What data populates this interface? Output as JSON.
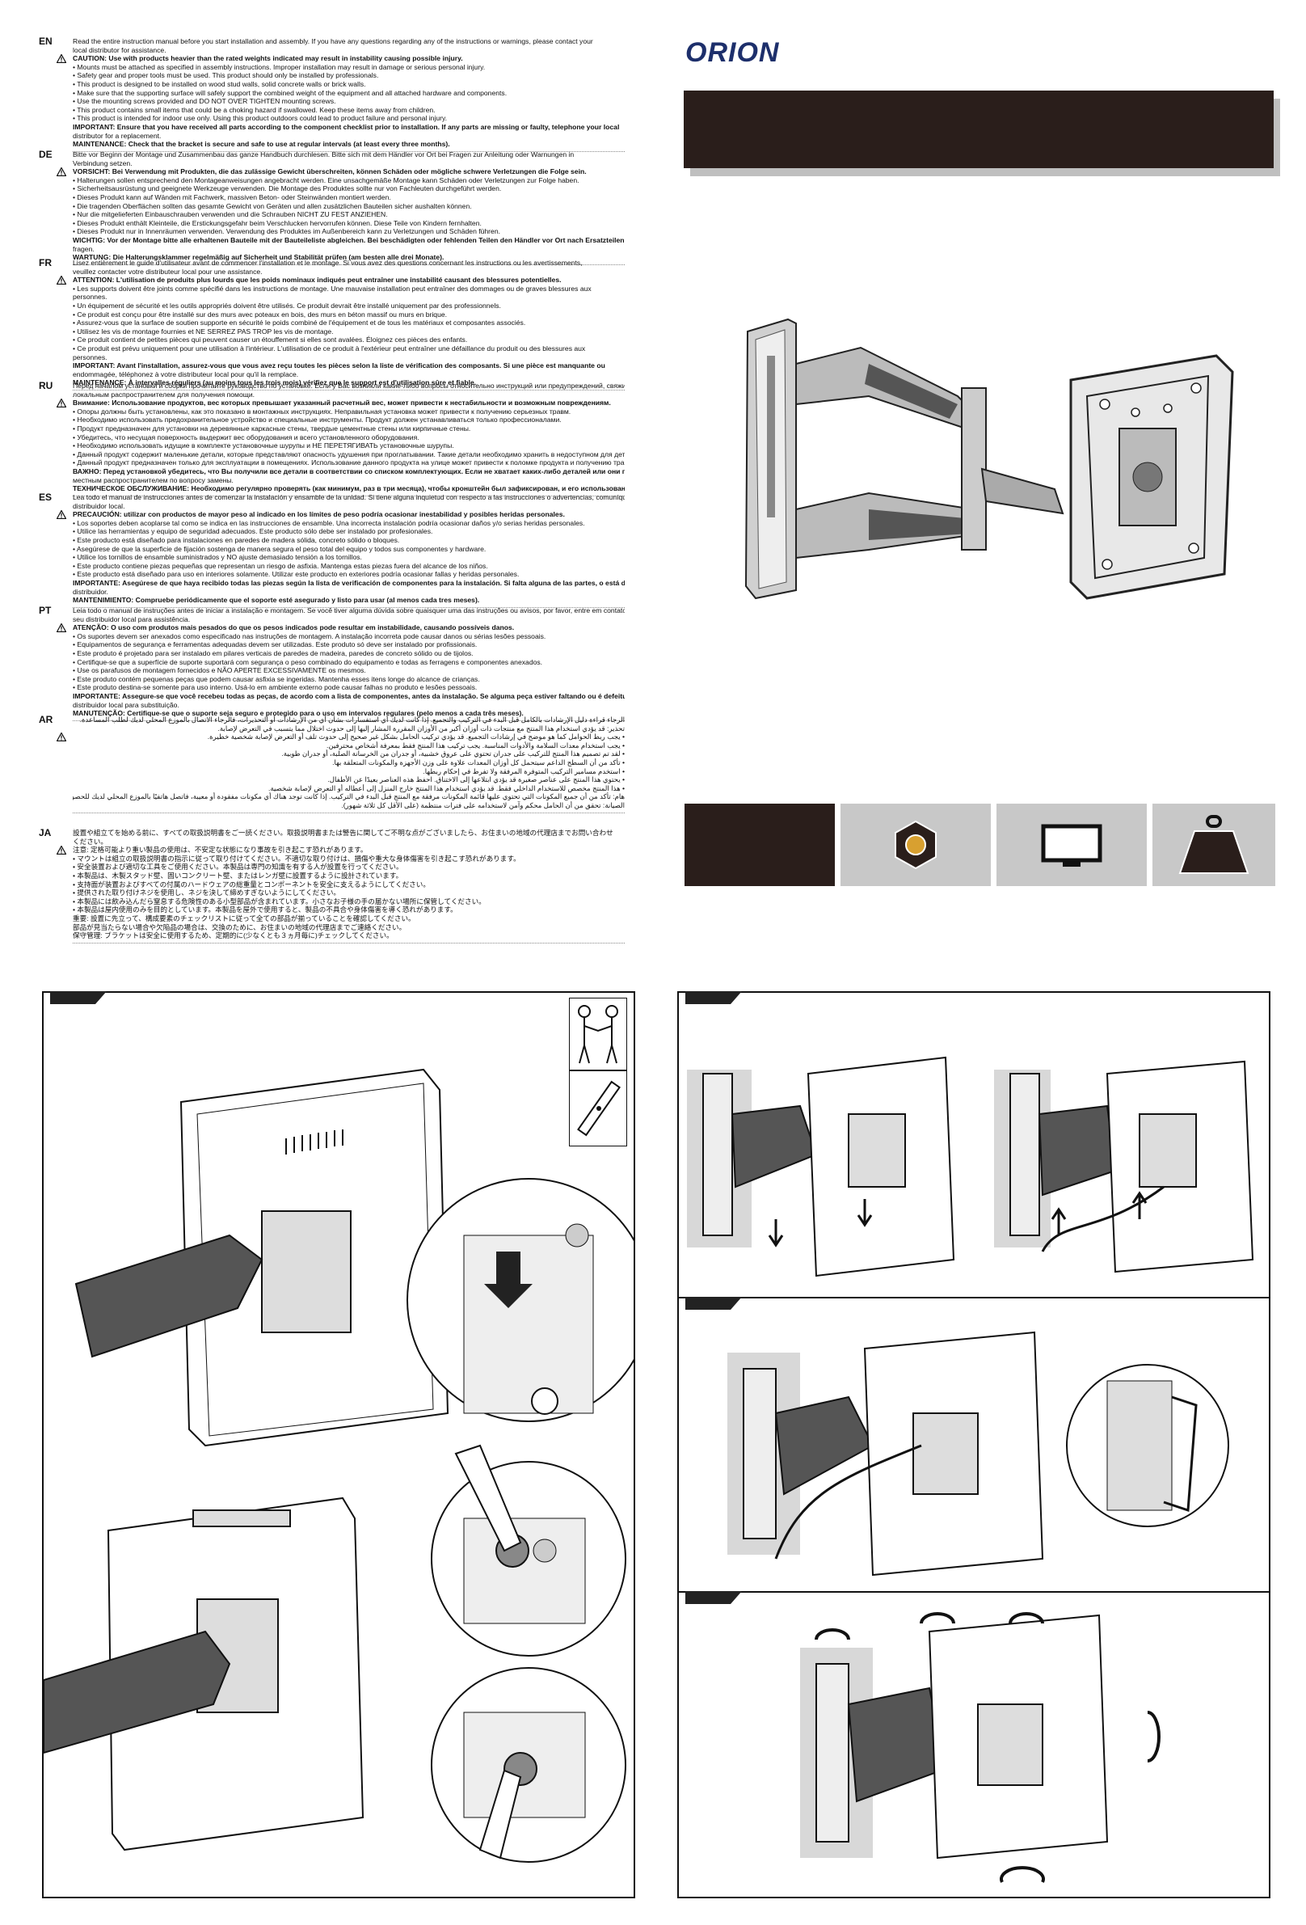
{
  "brand": {
    "logo_text": "ORION",
    "color": "#1d2f6b"
  },
  "languages": [
    {
      "code": "EN",
      "lines": [
        "Read the entire instruction manual before you start installation and assembly. If you have any questions regarding any of the instructions or warnings, please contact your",
        "local distributor for assistance.",
        "CAUTION: Use with products heavier than the rated weights indicated may result in instability causing possible injury.",
        "• Mounts must be attached as specified in assembly instructions. Improper installation may result in damage or serious personal injury.",
        "• Safety gear and proper tools must be used. This product should only be installed by professionals.",
        "• This product is designed to be installed on wood stud walls, solid concrete walls or brick walls.",
        "• Make sure that the supporting surface will safely support the combined weight of the equipment and all attached hardware and components.",
        "• Use the mounting screws provided and DO NOT OVER TIGHTEN mounting screws.",
        "• This product contains small items that could be a choking hazard if swallowed. Keep these items away from children.",
        "• This product is intended for indoor use only. Using this product outdoors could lead to product failure and personal injury.",
        "IMPORTANT: Ensure that you have received all parts according to the component checklist prior to installation. If any parts are missing or faulty, telephone your local",
        "distributor for a replacement.",
        "MAINTENANCE: Check that the bracket is secure and safe to use at regular intervals (at least every three months)."
      ]
    },
    {
      "code": "DE",
      "lines": [
        "Bitte vor Beginn der Montage und Zusammenbau das ganze Handbuch durchlesen. Bitte sich mit dem Händler vor Ort bei Fragen zur Anleitung oder Warnungen in",
        "Verbindung setzen.",
        "VORSICHT: Bei Verwendung mit Produkten, die das zulässige Gewicht überschreiten, können Schäden oder mögliche schwere Verletzungen die Folge sein.",
        "• Halterungen sollen entsprechend den Montageanweisungen angebracht werden. Eine unsachgemäße Montage kann Schäden oder Verletzungen zur Folge haben.",
        "• Sicherheitsausrüstung und geeignete Werkzeuge verwenden. Die Montage des Produktes sollte nur von Fachleuten durchgeführt werden.",
        "• Dieses Produkt kann auf Wänden mit Fachwerk, massiven Beton- oder Steinwänden montiert werden.",
        "• Die tragenden Oberflächen sollten das gesamte Gewicht von Geräten und allen zusätzlichen Bauteilen sicher aushalten können.",
        "• Nur die mitgelieferten Einbauschrauben verwenden und die Schrauben NICHT ZU FEST ANZIEHEN.",
        "• Dieses Produkt enthält Kleinteile, die Erstickungsgefahr beim Verschlucken hervorrufen können. Diese Teile von Kindern fernhalten.",
        "• Dieses Produkt nur in Innenräumen verwenden. Verwendung des Produktes im Außenbereich kann zu Verletzungen und Schäden führen.",
        "WICHTIG: Vor der Montage bitte alle erhaltenen Bauteile mit der Bauteileliste abgleichen. Bei beschädigten oder fehlenden Teilen den Händler vor Ort nach Ersatzteilen",
        "fragen.",
        "WARTUNG: Die Halterungsklammer regelmäßig auf Sicherheit und Stabilität prüfen (am besten alle drei Monate)."
      ]
    },
    {
      "code": "FR",
      "lines": [
        "Lisez entièrement le guide d'utilisateur avant de commencer l'installation et le montage. Si vous avez des questions concernant les instructions ou les avertissements,",
        "veuillez contacter votre distributeur local pour une assistance.",
        "ATTENTION: L'utilisation de produits plus lourds que les poids nominaux indiqués peut entraîner une instabilité causant des blessures potentielles.",
        "• Les supports doivent être joints comme spécifié dans les instructions de montage. Une mauvaise installation peut entraîner des dommages ou de graves blessures aux",
        "  personnes.",
        "• Un équipement de sécurité et les outils appropriés doivent être utilisés. Ce produit devrait être installé uniquement par des professionnels.",
        "• Ce produit est conçu pour être installé sur des murs avec poteaux en bois, des murs en béton massif ou murs en brique.",
        "• Assurez-vous que la surface de soutien supporte en sécurité le poids combiné de l'équipement et de tous les matériaux et composantes associés.",
        "• Utilisez les vis de montage fournies et NE SERREZ PAS TROP les vis de montage.",
        "• Ce produit contient de petites pièces qui peuvent causer un étouffement si elles sont avalées. Éloignez ces pièces des enfants.",
        "• Ce produit est prévu uniquement pour une utilisation à l'intérieur. L'utilisation de ce produit à l'extérieur peut entraîner une défaillance du produit ou des blessures aux",
        "  personnes.",
        "IMPORTANT: Avant l'installation, assurez-vous que vous avez reçu toutes les pièces selon la liste de vérification des composants. Si une pièce est manquante ou",
        "endommagée, téléphonez à votre distributeur local pour qu'il la remplace.",
        "MAINTENANCE: À intervalles réguliers (au moins tous les trois mois) vérifiez que le support est d'utilisation sûre et fiable."
      ]
    },
    {
      "code": "RU",
      "lines": [
        "Перед началом установки и сборки прочитайте руководство по установке. Если у Вас возникли какие-либо вопросы относительно инструкций или предупреждений, свяжитесь с Вашим",
        "локальным распространителем для получения помощи.",
        "Внимание: Использование продуктов, вес которых превышает указанный расчетный вес, может привести к нестабильности и возможным повреждениям.",
        "• Опоры должны быть установлены, как это показано в монтажных инструкциях. Неправильная установка может привести к получению серьезных травм.",
        "• Необходимо использовать предохранительное устройство и специальные инструменты. Продукт должен устанавливаться только профессионалами.",
        "• Продукт предназначен для установки на деревянные каркасные стены, твердые цементные стены или кирпичные стены.",
        "• Убедитесь, что несущая поверхность выдержит вес оборудования и всего установленного оборудования.",
        "• Необходимо использовать идущие в комплекте установочные шурупы и НЕ ПЕРЕТЯГИВАТЬ установочные шурупы.",
        "• Данный продукт содержит маленькие детали, которые представляют опасность удушения при проглатывании. Такие детали необходимо хранить в недоступном для детей месте.",
        "• Данный продукт предназначен только для эксплуатации в помещениях. Использование данного продукта на улице может привести к поломке продукта и получению травм.",
        "ВАЖНО: Перед установкой убедитесь, что Вы получили все детали в соответствии со списком комплектующих. Если не хватает каких-либо деталей или они поломаны, свяжитесь с Вашим",
        "местным распространителем по вопросу замены.",
        "ТЕХНИЧЕСКОЕ ОБСЛУЖИВАНИЕ: Необходимо регулярно проверять (как минимум, раз в три месяца), чтобы кронштейн был зафиксирован, и его использование было безопасным."
      ]
    },
    {
      "code": "ES",
      "lines": [
        "Lea todo el manual de instrucciones antes de comenzar la instalación y ensamble de la unidad. Si tiene alguna inquietud con respecto a las instrucciones o advertencias, comuníquese con su",
        "distribuidor local.",
        "PRECAUCIÓN: utilizar con productos de mayor peso al indicado en los límites de peso podría ocasionar inestabilidad y posibles heridas personales.",
        "• Los soportes deben acoplarse tal como se indica en las instrucciones de ensamble. Una incorrecta instalación podría ocasionar daños y/o serias heridas personales.",
        "• Utilice las herramientas y equipo de seguridad adecuados. Este producto sólo debe ser instalado por profesionales.",
        "• Este producto está diseñado para instalaciones en paredes de madera sólida, concreto sólido o bloques.",
        "• Asegúrese de que la superficie de fijación sostenga de manera segura el peso total del equipo y todos sus componentes y hardware.",
        "• Utilice los tornillos de ensamble suministrados y NO ajuste demasiado tensión a los tornillos.",
        "• Este producto contiene piezas pequeñas que representan un riesgo de asfixia. Mantenga estas piezas fuera del alcance de los niños.",
        "• Este producto está diseñado para uso en interiores solamente. Utilizar este producto en exteriores podría ocasionar fallas y heridas personales.",
        "IMPORTANTE: Asegúrese de que haya recibido todas las piezas según la lista de verificación de componentes para la instalación. Si falta alguna de las partes, o está dañada, comuníquese con su",
        "distribuidor.",
        "MANTENIMIENTO: Compruebe periódicamente que el soporte esté asegurado y listo para usar (al menos cada tres meses)."
      ]
    },
    {
      "code": "PT",
      "lines": [
        "Leia todo o manual de instruções antes de iniciar a instalação e montagem. Se você tiver alguma dúvida sobre quaisquer uma das instruções ou avisos, por favor, entre em contato com o",
        "seu distribuidor local para assistência.",
        "ATENÇÃO: O uso com produtos mais pesados do que os pesos indicados pode resultar em instabilidade, causando possíveis danos.",
        "• Os suportes devem ser anexados como especificado nas instruções de montagem. A instalação incorreta pode causar danos ou sérias lesões pessoais.",
        "• Equipamentos de segurança e ferramentas adequadas devem ser utilizadas. Este produto só deve ser instalado por profissionais.",
        "• Este produto é projetado para ser instalado em pilares verticais de paredes de madeira, paredes de concreto sólido ou de tijolos.",
        "• Certifique-se que a superfície de suporte suportará com segurança o peso combinado do equipamento e todas as ferragens e componentes anexados.",
        "• Use os parafusos de montagem fornecidos e NÃO APERTE EXCESSIVAMENTE os mesmos.",
        "• Este produto contém pequenas peças que podem causar asfixia se ingeridas. Mantenha esses itens longe do alcance de crianças.",
        "• Este produto destina-se somente para uso interno. Usá-lo em ambiente externo pode causar falhas no produto e lesões pessoais.",
        "IMPORTANTE: Assegure-se que você recebeu todas as peças, de acordo com a lista de componentes, antes da instalação. Se alguma peça estiver faltando ou é defeituosa, contate o seu",
        "distribuidor local para substituição.",
        "MANUTENÇÃO: Certifique-se que o suporte seja seguro e protegido para o uso em intervalos regulares (pelo menos a cada três meses)."
      ]
    },
    {
      "code": "AR",
      "lines": [
        "الرجاء قراءة دليل الإرشادات بالكامل قبل البدء في التركيب والتجميع. إذا كانت لديك أي استفسارات بشأن أي من الإرشادات أو التحذيرات، فالرجاء الاتصال بالموزع المحلي لديك لطلب المساعدة.",
        "تحذير: قد يؤدي استخدام هذا المنتج مع منتجات ذات أوزان أكبر من الأوزان المقررة المشار إليها إلى حدوث اختلال مما يتسبب في التعرض لإصابة.",
        "• يجب ربط الحوامل كما هو موضح في إرشادات التجميع. قد يؤدي تركيب الحامل بشكل غير صحيح إلى حدوث تلف أو التعرض لإصابة شخصية خطيرة.",
        "• يجب استخدام معدات السلامة والأدوات المناسبة. يجب تركيب هذا المنتج فقط بمعرفة أشخاص محترفين.",
        "• لقد تم تصميم هذا المنتج للتركيب على جدران تحتوي على عروق خشبية، أو جدران من الخرسانة الصلبة، أو جدران طوبية.",
        "• تأكد من أن السطح الداعم سيتحمل كل أوزان المعدات علاوة على وزن الأجهزة والمكونات المتعلقة بها.",
        "• استخدم مسامير التركيب المتوفرة المرفقة ولا تفرط في إحكام ربطها.",
        "• يحتوي هذا المنتج على عناصر صغيرة قد يؤدي ابتلاعها إلى الاختناق. احفظ هذه العناصر بعيدًا عن الأطفال.",
        "• هذا المنتج مخصص للاستخدام الداخلي فقط. قد يؤدي استخدام هذا المنتج خارج المنزل إلى أعطاله أو التعرض لإصابة شخصية.",
        "هام: تأكد من أن جميع المكونات التي تحتوي عليها قائمة المكونات مرفقة مع المنتج قبل البدء في التركيب. إذا كانت توجد هناك أي مكونات مفقودة أو معيبة، فاتصل هاتفيًا بالموزع المحلي لديك للحصول على بديل لها.",
        "الصيانة: تحقق من أن الحامل محكم وآمن لاستخدامه على فترات منتظمة (على الأقل كل ثلاثة شهور)."
      ]
    },
    {
      "code": "JA",
      "lines": [
        "設置や組立てを始める前に、すべての取扱説明書をご一読ください。取扱説明書または警告に関してご不明な点がございましたら、お住まいの地域の代理店までお問い合わせ",
        "ください。",
        "注意: 定格可能より重い製品の使用は、不安定な状態になり事故を引き起こす恐れがあります。",
        "• マウントは組立の取扱説明書の指示に従って取り付けてください。不適切な取り付けは、損傷や重大な身体傷害を引き起こす恐れがあります。",
        "• 安全装置および適切な工具をご使用ください。本製品は専門の知識を有する人が設置を行ってください。",
        "• 本製品は、木製スタッド壁、固いコンクリート壁、またはレンガ壁に設置するように設計されています。",
        "• 支持面が装置およびすべての付属のハードウェアの総重量とコンポーネントを安全に支えるようにしてください。",
        "• 提供された取り付けネジを使用し、ネジを決して締めすぎないようにしてください。",
        "• 本製品には飲み込んだら窒息する危険性のある小型部品が含まれています。小さなお子様の手の届かない場所に保管してください。",
        "• 本製品は屋内使用のみを目的としています。本製品を屋外で使用すると、製品の不具合や身体傷害を導く恐れがあります。",
        "重要: 設置に先立って、構成要素のチェックリストに従って全ての部品が揃っていることを確認してください。",
        "部品が見当たらない場合や欠陥品の場合は、交換のために、お住まいの地域の代理店までご連絡ください。",
        "保守管理: ブラケットは安全に使用するため、定期的に(少なくとも３ヵ月毎に)チェックしてください。"
      ]
    }
  ]
}
